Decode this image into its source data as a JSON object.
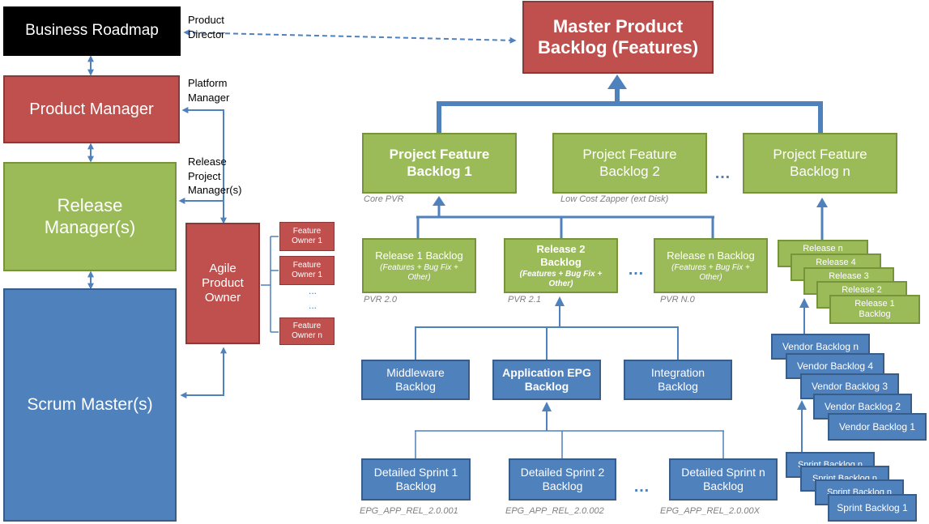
{
  "left": {
    "business_roadmap": "Business Roadmap",
    "product_director": "Product Director",
    "product_manager": "Product Manager",
    "platform_manager": "Platform Manager",
    "release_managers": "Release Manager(s)",
    "release_project_managers": "Release Project Manager(s)",
    "scrum_masters": "Scrum Master(s)",
    "agile_product_owner": "Agile Product Owner",
    "feature_owners": [
      "Feature Owner 1",
      "Feature Owner 1",
      "Feature Owner n"
    ],
    "feature_ellipsis": "..."
  },
  "master": {
    "title": "Master Product Backlog (Features)"
  },
  "projects": [
    {
      "label": "Project Feature Backlog 1",
      "caption": "Core PVR"
    },
    {
      "label": "Project Feature Backlog 2",
      "caption": "Low Cost Zapper (ext Disk)"
    },
    {
      "label": "Project Feature Backlog n",
      "caption": ""
    }
  ],
  "project_ellipsis": "…",
  "releases": [
    {
      "label": "Release 1 Backlog",
      "sub": "(Features + Bug Fix + Other)",
      "caption": "PVR 2.0"
    },
    {
      "label": "Release 2 Backlog",
      "sub": "(Features + Bug Fix + Other)",
      "caption": "PVR 2.1"
    },
    {
      "label": "Release n Backlog",
      "sub": "(Features + Bug Fix + Other)",
      "caption": "PVR N.0"
    }
  ],
  "release_ellipsis": "…",
  "component_backlogs": [
    {
      "label": "Middleware Backlog"
    },
    {
      "label": "Application EPG Backlog"
    },
    {
      "label": "Integration Backlog"
    }
  ],
  "sprints": [
    {
      "label": "Detailed Sprint 1 Backlog",
      "caption": "EPG_APP_REL_2.0.001"
    },
    {
      "label": "Detailed Sprint 2 Backlog",
      "caption": "EPG_APP_REL_2.0.002"
    },
    {
      "label": "Detailed Sprint n Backlog",
      "caption": "EPG_APP_REL_2.0.00X"
    }
  ],
  "sprint_ellipsis": "…",
  "release_stack": [
    "Release n",
    "Release 4",
    "Release 3",
    "Release 2",
    "Release 1 Backlog"
  ],
  "vendor_stack": [
    "Vendor Backlog n",
    "Vendor Backlog 4",
    "Vendor Backlog 3",
    "Vendor Backlog 2",
    "Vendor Backlog 1"
  ],
  "sprint_stack": [
    "Sprint Backlog n",
    "Sprint Backlog n",
    "Sprint Backlog n",
    "Sprint Backlog 1"
  ],
  "colors": {
    "green": "#9bbb59",
    "red": "#c0504d",
    "blue": "#4f81bd",
    "connector": "#4f81bd"
  }
}
